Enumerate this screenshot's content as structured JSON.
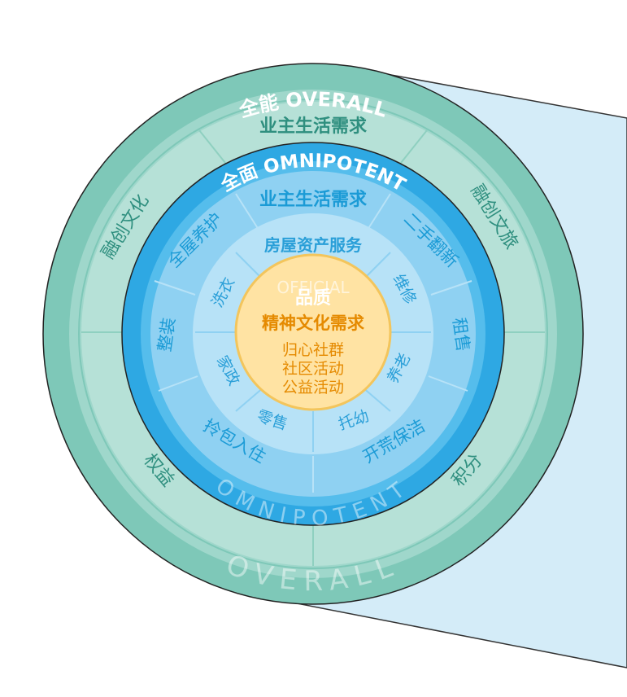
{
  "colors": {
    "panel": "#d4ecf8",
    "outer_ring": "#7ec8b8",
    "outer_ring_light": "#a8dcd1",
    "outer_band": "#8fd0c0",
    "mid_ring": "#4db8ea",
    "mid_band": "#3aaee6",
    "inner_ring": "#8fd1f2",
    "inner_light": "#b7e2f7",
    "core": "#ffe3a3",
    "core_border": "#f3c55c"
  },
  "outer": {
    "band_label": "全能 OVERALL",
    "title": "业主生活需求",
    "labels": [
      "融创文化",
      "融创文旅",
      "权益",
      "积分"
    ],
    "watermark": "OVERALL"
  },
  "middle": {
    "band_label": "全面 OMNIPOTENT",
    "title": "业主生活需求",
    "labels": [
      "全屋养护",
      "二手翻新",
      "整装",
      "租售",
      "拎包入住",
      "开荒保洁"
    ],
    "watermark": "OMNIPOTENT"
  },
  "inner": {
    "title": "房屋资产服务",
    "labels": [
      "洗衣",
      "维修",
      "家政",
      "养老",
      "零售",
      "托幼"
    ]
  },
  "core": {
    "watermark": "OFFICIAL",
    "title": "品质",
    "subtitle": "精神文化需求",
    "items": [
      "归心社群",
      "社区活动",
      "公益活动"
    ]
  }
}
